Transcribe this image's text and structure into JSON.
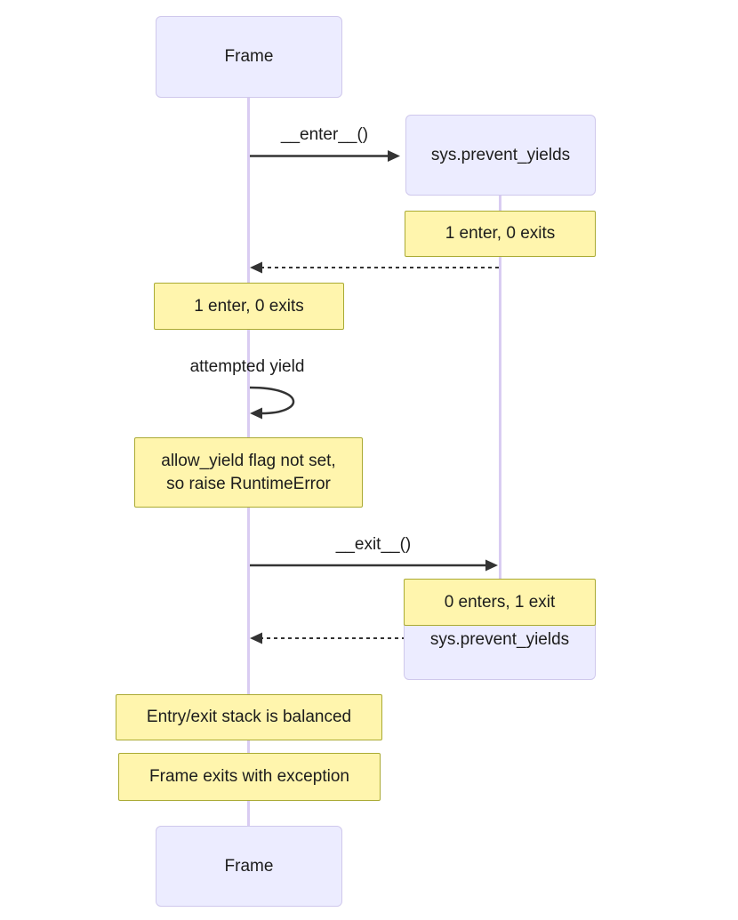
{
  "diagram_type": "sequence-diagram",
  "actors": {
    "frame": {
      "label": "Frame"
    },
    "sys": {
      "label": "sys.prevent_yields"
    }
  },
  "messages": {
    "enter": {
      "label": "__enter__()",
      "style": "solid",
      "from": "frame",
      "to": "sys"
    },
    "return_enter": {
      "label": "",
      "style": "dashed",
      "from": "sys",
      "to": "frame"
    },
    "yield_attempt": {
      "label": "attempted yield",
      "style": "self-loop",
      "from": "frame",
      "to": "frame"
    },
    "exit": {
      "label": "__exit__()",
      "style": "solid",
      "from": "frame",
      "to": "sys"
    },
    "return_exit": {
      "label": "",
      "style": "dashed",
      "from": "sys",
      "to": "frame"
    }
  },
  "notes": {
    "sys_enter": {
      "text": "1 enter, 0 exits"
    },
    "frame_enter": {
      "text": "1 enter, 0 exits"
    },
    "runtime_error": {
      "line1": "allow_yield flag not set,",
      "line2": "so raise RuntimeError"
    },
    "sys_exit": {
      "text": "0 enters, 1 exit"
    },
    "stack_balanced": {
      "text": "Entry/exit stack is balanced"
    },
    "frame_exception": {
      "text": "Frame exits with exception"
    }
  },
  "colors": {
    "actor_fill": "#ececff",
    "actor_border": "#cfc8ec",
    "note_fill": "#fff5ad",
    "note_border": "#aaaa33",
    "lifeline": "#d9ccf2",
    "arrow": "#333333",
    "text": "#1c1c1c",
    "background": "#ffffff"
  }
}
